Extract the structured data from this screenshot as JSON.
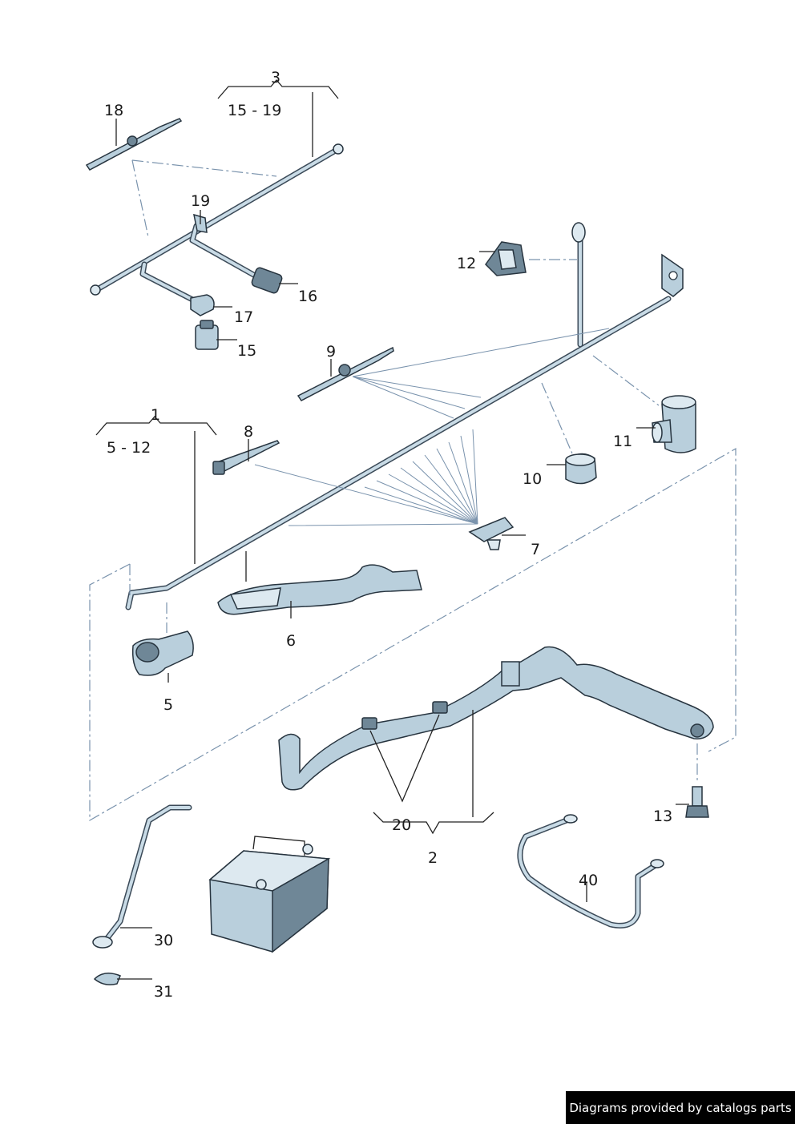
{
  "labels": {
    "group_3": "3",
    "group_3_range": "15 - 19",
    "p18": "18",
    "p19": "19",
    "p16": "16",
    "p17": "17",
    "p15": "15",
    "p12": "12",
    "p9": "9",
    "group_1": "1",
    "group_1_range": "5 - 12",
    "p8": "8",
    "p11": "11",
    "p10": "10",
    "p7": "7",
    "p6": "6",
    "p5": "5",
    "p13": "13",
    "p20": "20",
    "group_2": "2",
    "p40": "40",
    "p30": "30",
    "p31": "31"
  },
  "credit": "Diagrams provided by catalogs parts",
  "colors": {
    "part_fill": "#b9cfdc",
    "part_dark": "#6f8797",
    "outline": "#27343f",
    "leader_dash": "#7a93ad",
    "credit_bg": "#000000"
  }
}
